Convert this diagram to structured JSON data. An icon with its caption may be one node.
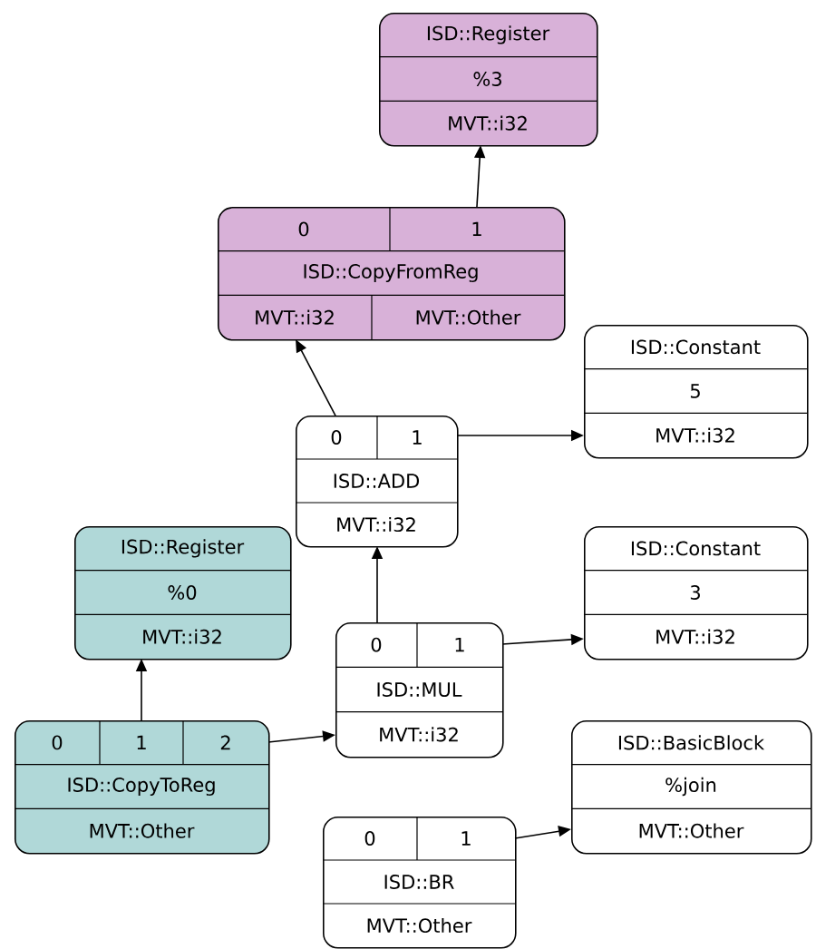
{
  "diagram": {
    "nodes": [
      {
        "text": [
          "ISD::Register",
          "%3",
          "MVT::i32"
        ]
      },
      {
        "text": [
          "0",
          "1",
          "ISD::CopyFromReg",
          "MVT::i32",
          "MVT::Other"
        ]
      },
      {
        "text": [
          "0",
          "1",
          "ISD::ADD",
          "MVT::i32"
        ]
      },
      {
        "text": [
          "ISD::Constant",
          "5",
          "MVT::i32"
        ]
      },
      {
        "text": [
          "ISD::Register",
          "%0",
          "MVT::i32"
        ]
      },
      {
        "text": [
          "0",
          "1",
          "ISD::MUL",
          "MVT::i32"
        ]
      },
      {
        "text": [
          "ISD::Constant",
          "3",
          "MVT::i32"
        ]
      },
      {
        "text": [
          "0",
          "1",
          "2",
          "ISD::CopyToReg",
          "MVT::Other"
        ]
      },
      {
        "text": [
          "ISD::BasicBlock",
          "%join",
          "MVT::Other"
        ]
      },
      {
        "text": [
          "0",
          "1",
          "ISD::BR",
          "MVT::Other"
        ]
      }
    ],
    "edges": [
      {
        "from": 1,
        "to": 0,
        "arrow": "to"
      },
      {
        "from": 2,
        "to": 1,
        "arrow": "to"
      },
      {
        "from": 2,
        "to": 3,
        "arrow": "to"
      },
      {
        "from": 5,
        "to": 2,
        "arrow": "to"
      },
      {
        "from": 5,
        "to": 6,
        "arrow": "to"
      },
      {
        "from": 7,
        "to": 4,
        "arrow": "to"
      },
      {
        "from": 7,
        "to": 5,
        "arrow": "to"
      },
      {
        "from": 9,
        "to": 8,
        "arrow": "to"
      }
    ]
  }
}
